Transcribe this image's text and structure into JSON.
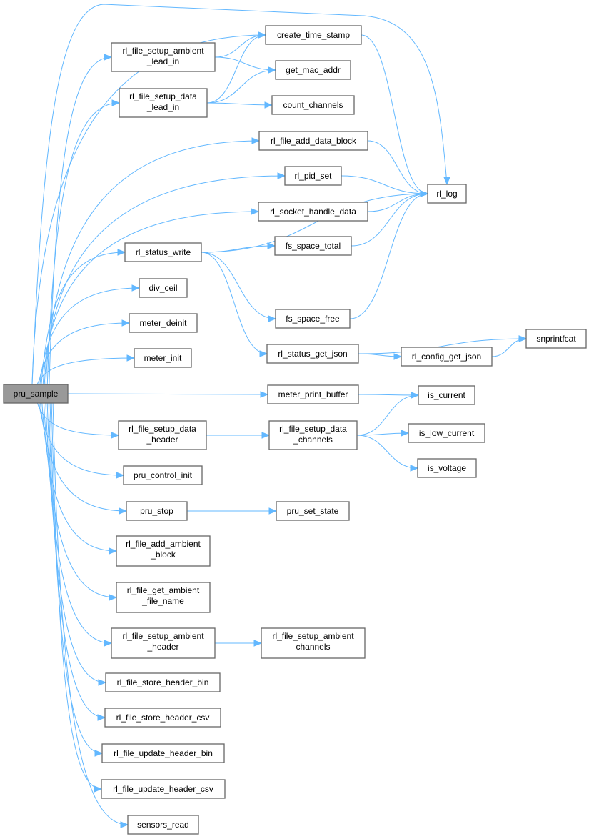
{
  "title": "pru_sample call graph",
  "colors": {
    "edge": "#63b8ff",
    "root_fill": "#999999",
    "node_border": "#666666"
  },
  "nodes": [
    {
      "id": "pru_sample",
      "lines": [
        "pru_sample"
      ],
      "root": true
    },
    {
      "id": "create_time_stamp",
      "lines": [
        "create_time_stamp"
      ]
    },
    {
      "id": "amb_lead_in",
      "lines": [
        "rl_file_setup_ambient",
        "_lead_in"
      ]
    },
    {
      "id": "get_mac_addr",
      "lines": [
        "get_mac_addr"
      ]
    },
    {
      "id": "data_lead_in",
      "lines": [
        "rl_file_setup_data",
        "_lead_in"
      ]
    },
    {
      "id": "count_channels",
      "lines": [
        "count_channels"
      ]
    },
    {
      "id": "add_data_block",
      "lines": [
        "rl_file_add_data_block"
      ]
    },
    {
      "id": "pid_set",
      "lines": [
        "rl_pid_set"
      ]
    },
    {
      "id": "socket",
      "lines": [
        "rl_socket_handle_data"
      ]
    },
    {
      "id": "status_write",
      "lines": [
        "rl_status_write"
      ]
    },
    {
      "id": "fs_total",
      "lines": [
        "fs_space_total"
      ]
    },
    {
      "id": "rl_log",
      "lines": [
        "rl_log"
      ]
    },
    {
      "id": "div_ceil",
      "lines": [
        "div_ceil"
      ]
    },
    {
      "id": "meter_deinit",
      "lines": [
        "meter_deinit"
      ]
    },
    {
      "id": "meter_init",
      "lines": [
        "meter_init"
      ]
    },
    {
      "id": "fs_free",
      "lines": [
        "fs_space_free"
      ]
    },
    {
      "id": "status_json",
      "lines": [
        "rl_status_get_json"
      ]
    },
    {
      "id": "snprintfcat",
      "lines": [
        "snprintfcat"
      ]
    },
    {
      "id": "config_json",
      "lines": [
        "rl_config_get_json"
      ]
    },
    {
      "id": "meter_print",
      "lines": [
        "meter_print_buffer"
      ]
    },
    {
      "id": "is_current",
      "lines": [
        "is_current"
      ]
    },
    {
      "id": "data_header",
      "lines": [
        "rl_file_setup_data",
        "_header"
      ]
    },
    {
      "id": "data_channels",
      "lines": [
        "rl_file_setup_data",
        "_channels"
      ]
    },
    {
      "id": "is_low_current",
      "lines": [
        "is_low_current"
      ]
    },
    {
      "id": "is_voltage",
      "lines": [
        "is_voltage"
      ]
    },
    {
      "id": "pru_control_init",
      "lines": [
        "pru_control_init"
      ]
    },
    {
      "id": "pru_stop",
      "lines": [
        "pru_stop"
      ]
    },
    {
      "id": "pru_set_state",
      "lines": [
        "pru_set_state"
      ]
    },
    {
      "id": "add_amb_block",
      "lines": [
        "rl_file_add_ambient",
        "_block"
      ]
    },
    {
      "id": "amb_file_name",
      "lines": [
        "rl_file_get_ambient",
        "_file_name"
      ]
    },
    {
      "id": "amb_header",
      "lines": [
        "rl_file_setup_ambient",
        "_header"
      ]
    },
    {
      "id": "amb_channels",
      "lines": [
        "rl_file_setup_ambient",
        "channels"
      ]
    },
    {
      "id": "store_bin",
      "lines": [
        "rl_file_store_header_bin"
      ]
    },
    {
      "id": "store_csv",
      "lines": [
        "rl_file_store_header_csv"
      ]
    },
    {
      "id": "update_bin",
      "lines": [
        "rl_file_update_header_bin"
      ]
    },
    {
      "id": "update_csv",
      "lines": [
        "rl_file_update_header_csv"
      ]
    },
    {
      "id": "sensors_read",
      "lines": [
        "sensors_read"
      ]
    }
  ],
  "edges": [
    [
      "pru_sample",
      "create_time_stamp"
    ],
    [
      "pru_sample",
      "rl_log"
    ],
    [
      "pru_sample",
      "amb_lead_in"
    ],
    [
      "pru_sample",
      "data_lead_in"
    ],
    [
      "pru_sample",
      "add_data_block"
    ],
    [
      "pru_sample",
      "pid_set"
    ],
    [
      "pru_sample",
      "socket"
    ],
    [
      "pru_sample",
      "status_write"
    ],
    [
      "pru_sample",
      "div_ceil"
    ],
    [
      "pru_sample",
      "meter_deinit"
    ],
    [
      "pru_sample",
      "meter_init"
    ],
    [
      "pru_sample",
      "meter_print"
    ],
    [
      "pru_sample",
      "data_header"
    ],
    [
      "pru_sample",
      "pru_control_init"
    ],
    [
      "pru_sample",
      "pru_stop"
    ],
    [
      "pru_sample",
      "add_amb_block"
    ],
    [
      "pru_sample",
      "amb_file_name"
    ],
    [
      "pru_sample",
      "amb_header"
    ],
    [
      "pru_sample",
      "store_bin"
    ],
    [
      "pru_sample",
      "store_csv"
    ],
    [
      "pru_sample",
      "update_bin"
    ],
    [
      "pru_sample",
      "update_csv"
    ],
    [
      "pru_sample",
      "sensors_read"
    ],
    [
      "amb_lead_in",
      "create_time_stamp"
    ],
    [
      "amb_lead_in",
      "get_mac_addr"
    ],
    [
      "data_lead_in",
      "create_time_stamp"
    ],
    [
      "data_lead_in",
      "get_mac_addr"
    ],
    [
      "data_lead_in",
      "count_channels"
    ],
    [
      "create_time_stamp",
      "rl_log"
    ],
    [
      "add_data_block",
      "rl_log"
    ],
    [
      "pid_set",
      "rl_log"
    ],
    [
      "socket",
      "rl_log"
    ],
    [
      "status_write",
      "fs_total"
    ],
    [
      "status_write",
      "rl_log"
    ],
    [
      "status_write",
      "fs_free"
    ],
    [
      "status_write",
      "status_json"
    ],
    [
      "fs_total",
      "rl_log"
    ],
    [
      "fs_free",
      "rl_log"
    ],
    [
      "status_json",
      "snprintfcat"
    ],
    [
      "status_json",
      "config_json"
    ],
    [
      "config_json",
      "snprintfcat"
    ],
    [
      "meter_print",
      "is_current"
    ],
    [
      "data_header",
      "data_channels"
    ],
    [
      "data_channels",
      "is_current"
    ],
    [
      "data_channels",
      "is_low_current"
    ],
    [
      "data_channels",
      "is_voltage"
    ],
    [
      "pru_stop",
      "pru_set_state"
    ],
    [
      "amb_header",
      "amb_channels"
    ]
  ]
}
